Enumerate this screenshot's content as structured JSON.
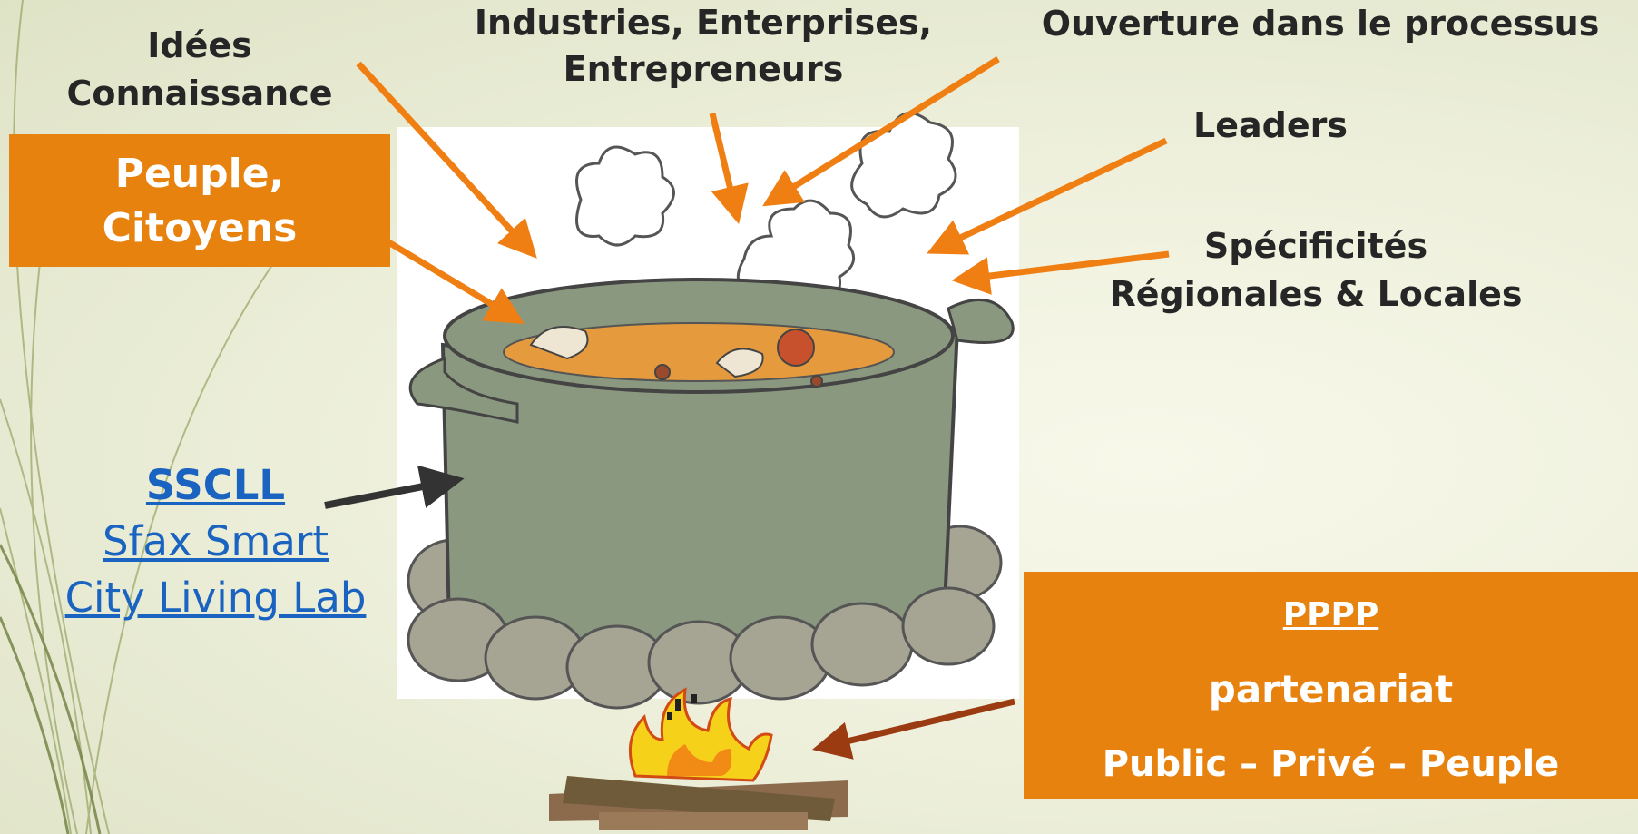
{
  "labels": {
    "idees_line1": "Idées",
    "idees_line2": "Connaissance",
    "industries_line1": "Industries, Enterprises,",
    "industries_line2": "Entrepreneurs",
    "ouverture": "Ouverture dans le processus",
    "leaders": "Leaders",
    "specificites_line1": "Spécificités",
    "specificites_line2": "Régionales & Locales"
  },
  "peuple_box": {
    "line1": "Peuple,",
    "line2": "Citoyens"
  },
  "ssclL": {
    "title": "SSCLL",
    "line1": "Sfax Smart",
    "line2": "City Living Lab"
  },
  "pppp_box": {
    "title": "PPPP",
    "line1": "partenariat",
    "line2": "Public – Privé – Peuple"
  },
  "colors": {
    "accent_orange": "#e7820f",
    "arrow_orange": "#f07f13",
    "arrow_dark": "#333333",
    "arrow_brown": "#9a3b12",
    "link_blue": "#1a63c0",
    "pot_green": "#8b9880"
  }
}
